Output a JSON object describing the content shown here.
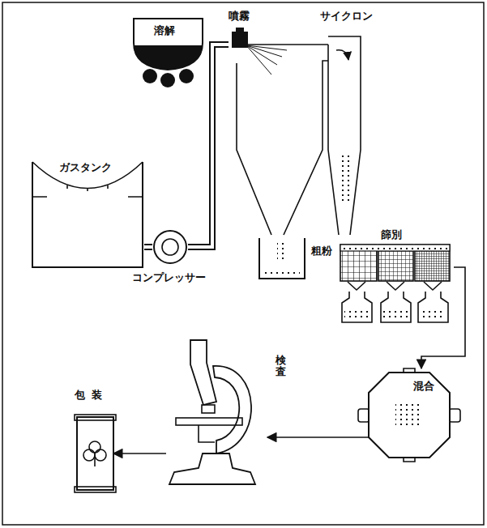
{
  "diagram": {
    "nodes": [
      {
        "text": [
          "溶解"
        ]
      },
      {
        "text": [
          "噴霧"
        ]
      },
      {
        "text": [
          "ガスタンク"
        ]
      },
      {
        "text": [
          "コンプレッサー"
        ]
      },
      {
        "text": [
          "サイクロン"
        ]
      },
      {
        "text": [
          "粗粉"
        ]
      },
      {
        "text": [
          "篩別"
        ]
      },
      {
        "text": [
          "混合"
        ]
      },
      {
        "text": [
          "検査"
        ]
      },
      {
        "text": [
          "包装"
        ]
      }
    ],
    "edges": [
      {
        "from": 2,
        "to": 3,
        "arrow": "none"
      },
      {
        "from": 3,
        "to": 1,
        "arrow": "none"
      },
      {
        "from": 6,
        "to": 7,
        "arrow": "to"
      },
      {
        "from": 7,
        "to": 8,
        "arrow": "to"
      },
      {
        "from": 8,
        "to": 9,
        "arrow": "to"
      }
    ]
  }
}
